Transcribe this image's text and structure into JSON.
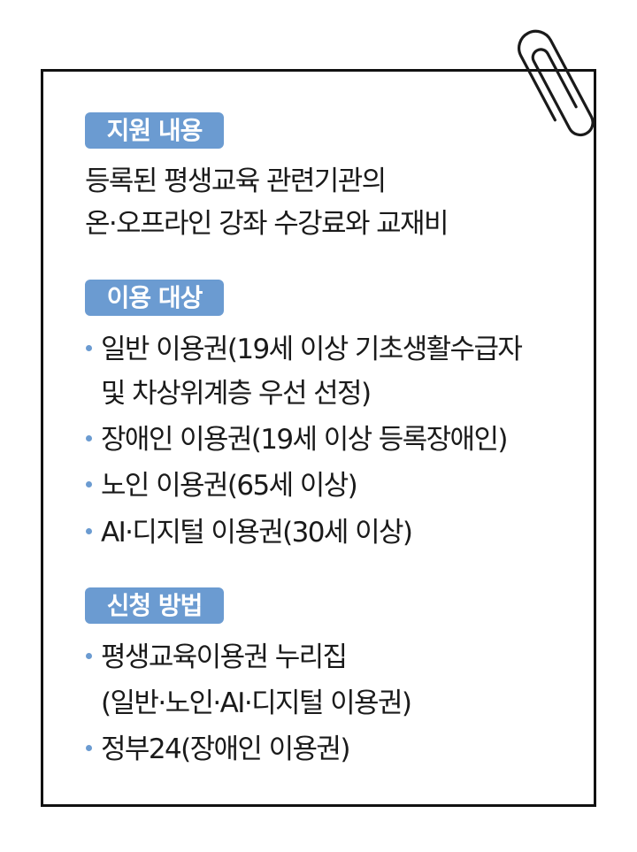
{
  "colors": {
    "accent": "#6b9bd1",
    "border": "#111111",
    "text": "#1a1a1a",
    "badge_text": "#ffffff"
  },
  "decoration": {
    "icon": "paperclip-icon"
  },
  "sections": [
    {
      "heading": "지원 내용",
      "lines": [
        "등록된 평생교육 관련기관의",
        "온·오프라인 강좌 수강료와 교재비"
      ]
    },
    {
      "heading": "이용 대상",
      "items": [
        {
          "text": "일반 이용권(19세 이상 기초생활수급자",
          "continuation": "및 차상위계층 우선 선정)"
        },
        {
          "text": "장애인 이용권(19세 이상 등록장애인)"
        },
        {
          "text": "노인 이용권(65세 이상)"
        },
        {
          "text": "AI·디지털 이용권(30세 이상)"
        }
      ]
    },
    {
      "heading": "신청 방법",
      "items": [
        {
          "text": "평생교육이용권 누리집",
          "continuation": "(일반·노인·AI·디지털 이용권)"
        },
        {
          "text": "정부24(장애인 이용권)"
        }
      ]
    }
  ]
}
